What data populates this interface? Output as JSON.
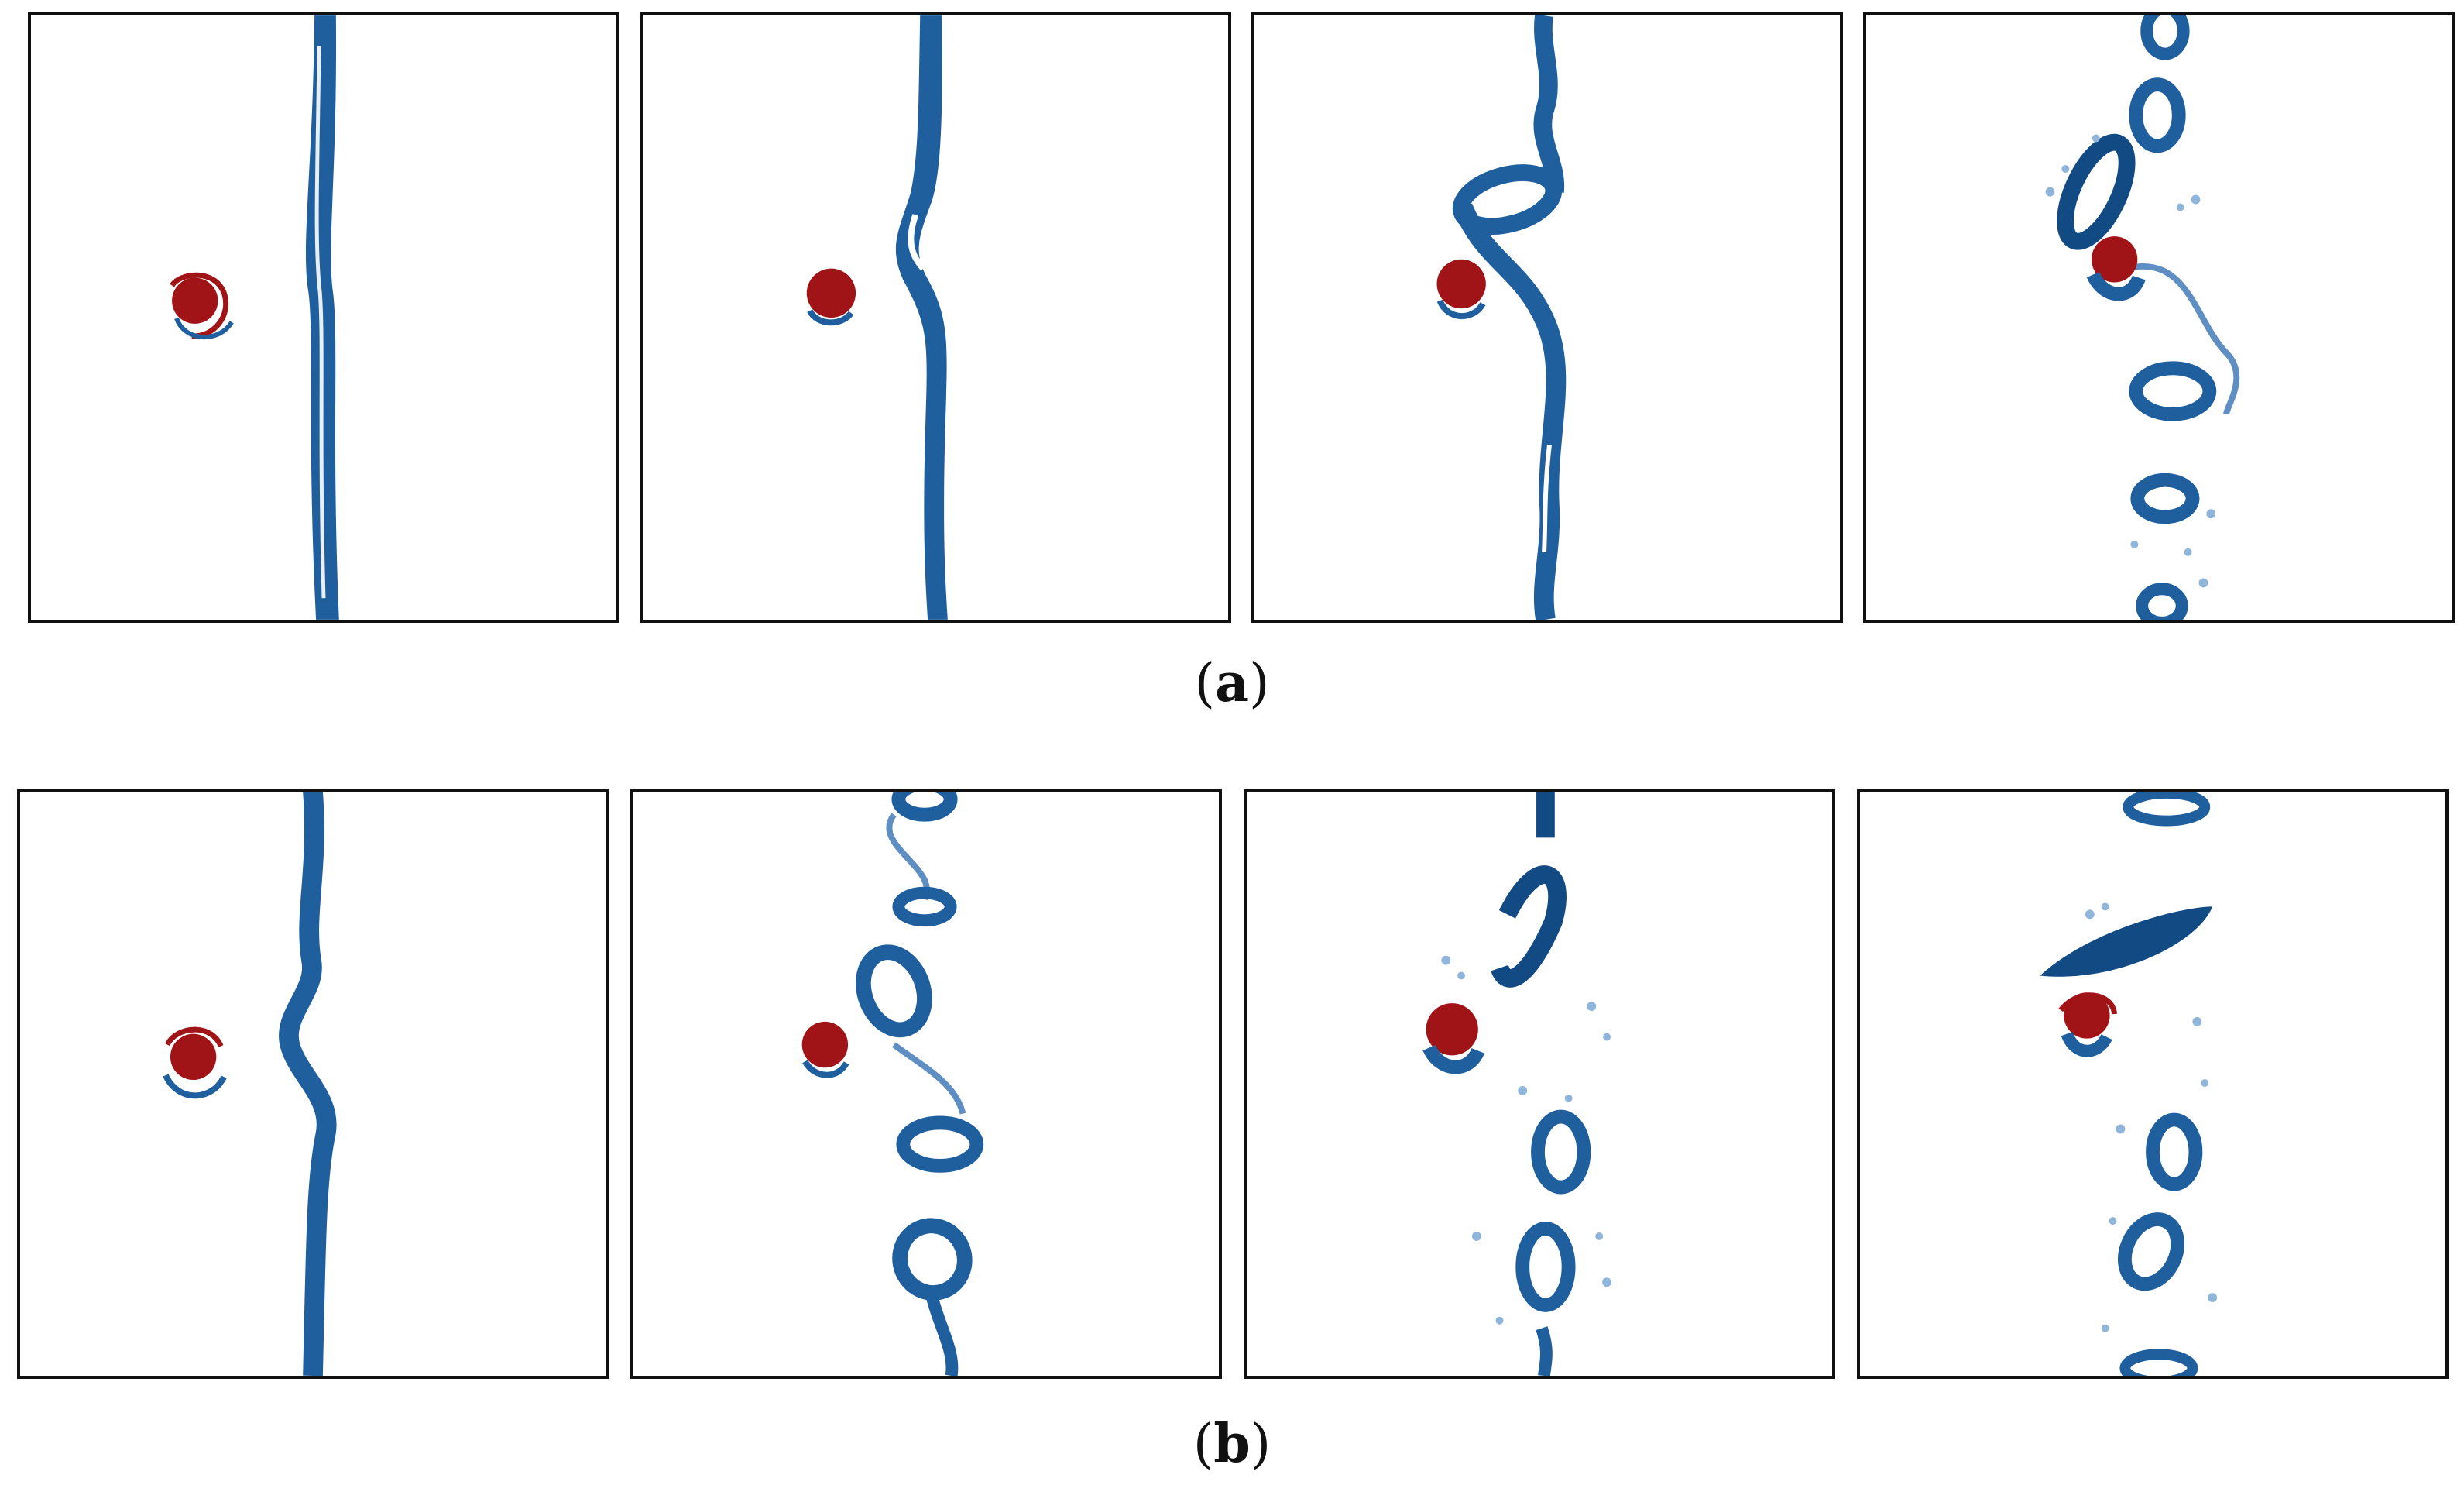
{
  "figure": {
    "subfigures": [
      {
        "label_open": "(",
        "label_letter": "a",
        "label_close": ")",
        "panel_count": 4
      },
      {
        "label_open": "(",
        "label_letter": "b",
        "label_close": ")",
        "panel_count": 4
      }
    ],
    "colors": {
      "droplet": "#a01418",
      "filament": "#1f5f9e",
      "filament_dark": "#124a84",
      "filament_light": "#8fb6da",
      "frame": "#111111",
      "background": "#ffffff"
    }
  }
}
